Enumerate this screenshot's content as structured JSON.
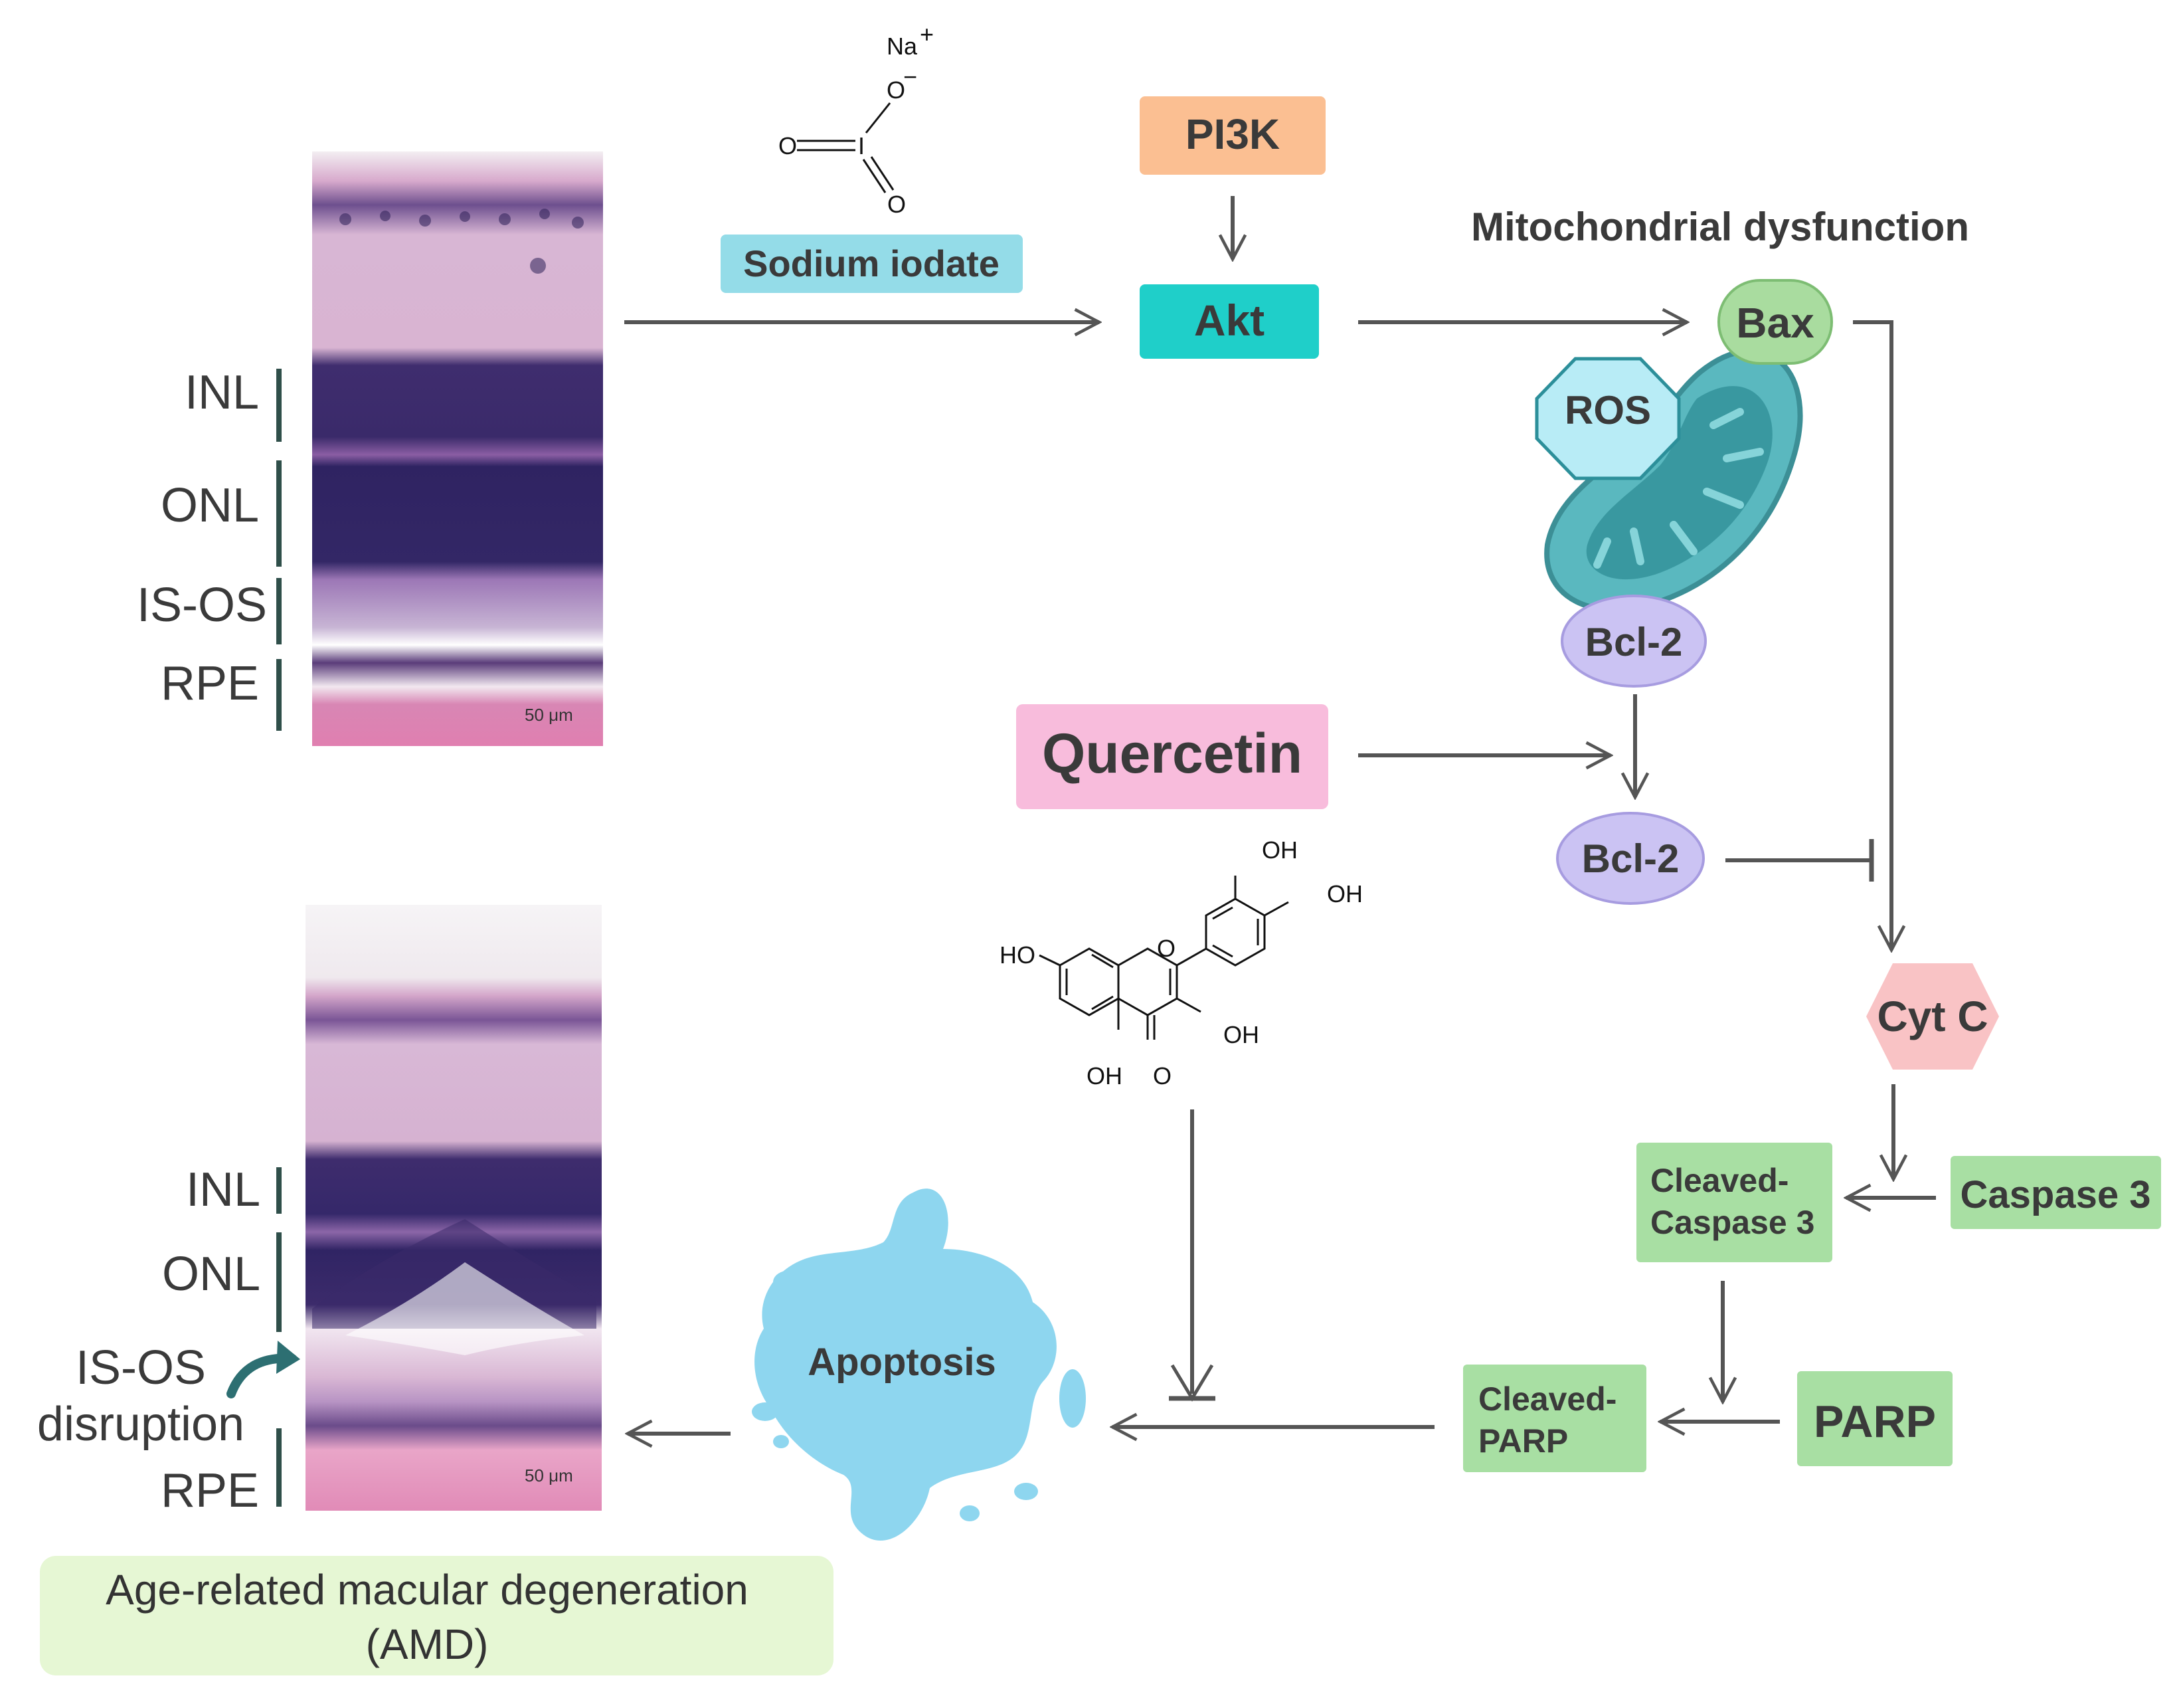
{
  "nodes": {
    "na": "Na",
    "na_sup": "+",
    "o_minus": "O",
    "o_minus_sup": "−",
    "o_left": "O",
    "i_atom": "I",
    "o_bottom": "O",
    "sodium_iodate": "Sodium iodate",
    "pi3k": "PI3K",
    "akt": "Akt",
    "mito_title": "Mitochondrial dysfunction",
    "bax": "Bax",
    "ros": "ROS",
    "bcl2_top": "Bcl-2",
    "bcl2_bottom": "Bcl-2",
    "quercetin": "Quercetin",
    "cytc": "Cyt C",
    "cleaved_caspase_line1": "Cleaved-",
    "cleaved_caspase_line2": "Caspase 3",
    "caspase3": "Caspase 3",
    "cleaved_parp_line1": "Cleaved-",
    "cleaved_parp_line2": "PARP",
    "parp": "PARP",
    "apoptosis": "Apoptosis",
    "amd_line1": "Age-related macular degeneration",
    "amd_line2": "(AMD)"
  },
  "quercetin_structure": {
    "oh_top": "OH",
    "oh_right": "OH",
    "ho_left": "HO",
    "ring_o": "O",
    "oh_c3": "OH",
    "oh_c5": "OH",
    "keto_o": "O"
  },
  "layers_top": {
    "inl": "INL",
    "onl": "ONL",
    "isos": "IS-OS",
    "rpe": "RPE",
    "scale": "50 μm"
  },
  "layers_bottom": {
    "inl": "INL",
    "onl": "ONL",
    "isos": "IS-OS",
    "disruption": "disruption",
    "rpe": "RPE",
    "scale": "50 μm"
  },
  "colors": {
    "pi3k": "#fbbf92",
    "akt": "#1fcfc9",
    "sodium_iodate": "#94dce8",
    "bax": "#a9dc9f",
    "ros": "#b8ecf6",
    "bcl2": "#cbc3f3",
    "quercetin": "#f8bcdc",
    "cytc": "#f9c3c5",
    "green_box": "#a8dfa3",
    "apoptosis": "#8ed6ef",
    "mitochondrion": "#5ab8bf",
    "amd_box": "#e6f7d4",
    "arrow": "#555555",
    "tissue_pink": "#dcb0d2",
    "tissue_purple": "#3b2a6b",
    "bracket": "#2f4f4a",
    "curved_arrow": "#2d6f72"
  }
}
